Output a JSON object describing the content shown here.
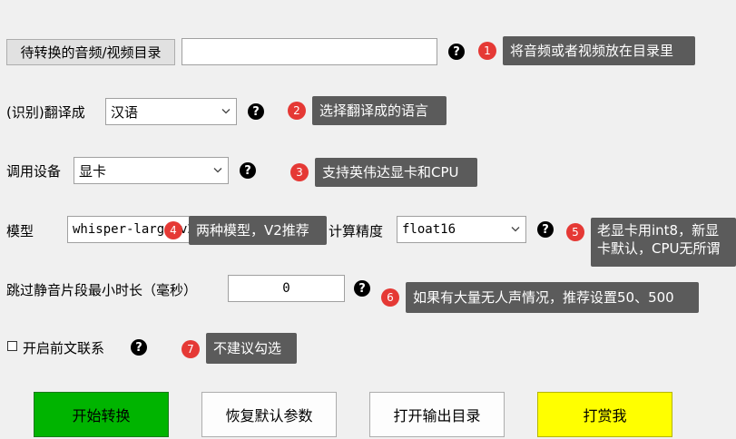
{
  "row1": {
    "dir_button_label": "待转换的音频/视频目录",
    "dir_input_value": "",
    "help": "?",
    "num": "1",
    "tip": "将音频或者视频放在目录里"
  },
  "row2": {
    "label": "(识别)翻译成",
    "select_value": "汉语",
    "help": "?",
    "num": "2",
    "tip": "选择翻译成的语言"
  },
  "row3": {
    "label": "调用设备",
    "select_value": "显卡",
    "help": "?",
    "num": "3",
    "tip": "支持英伟达显卡和CPU"
  },
  "row4": {
    "model_label": "模型",
    "model_value": "whisper-large-v2",
    "model_help": "?",
    "model_num": "4",
    "model_tip": "两种模型，V2推荐",
    "precision_label": "计算精度",
    "precision_value": "float16",
    "precision_help": "?",
    "precision_num": "5",
    "precision_tip_line1": "老显卡用int8，新显",
    "precision_tip_line2": "卡默认，CPU无所谓"
  },
  "row5": {
    "label": "跳过静音片段最小时长（毫秒）",
    "input_value": "0",
    "help": "?",
    "num": "6",
    "tip": "如果有大量无人声情况，推荐设置50、500"
  },
  "row6": {
    "checkbox_label": "开启前文联系",
    "checked": false,
    "help": "?",
    "num": "7",
    "tip": "不建议勾选"
  },
  "buttons": {
    "start": "开始转换",
    "reset": "恢复默认参数",
    "open_output": "打开输出目录",
    "donate": "打赏我"
  },
  "colors": {
    "start_bg": "#00b400",
    "donate_bg": "#ffff00",
    "tip_bg": "#5b5b5b",
    "num_bg": "#e53935"
  }
}
